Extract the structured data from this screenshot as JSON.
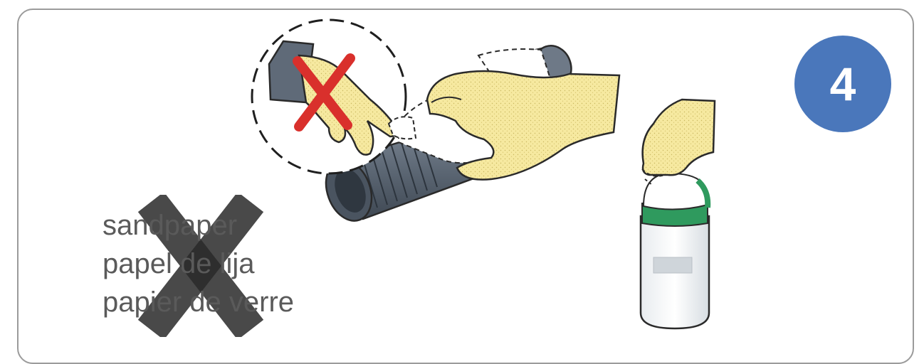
{
  "step": {
    "number": "4"
  },
  "warning": {
    "lines": [
      "sandpaper",
      "papel de lija",
      "papier de verre"
    ]
  },
  "colors": {
    "badge": "#4a77bb",
    "skin": "#f6e9a0",
    "skin_outline": "#333333",
    "cylinder": "#5f6a78",
    "cylinder_dark": "#3c4550",
    "prohibited_mark": "#d9302c",
    "bottle_band": "#2f9a5e",
    "warning_x": "#2a2a2a",
    "border": "#9b9b9b"
  },
  "icons": {
    "badge": "step-number-badge",
    "prohibited": "red-x-icon",
    "warning": "large-x-icon"
  }
}
